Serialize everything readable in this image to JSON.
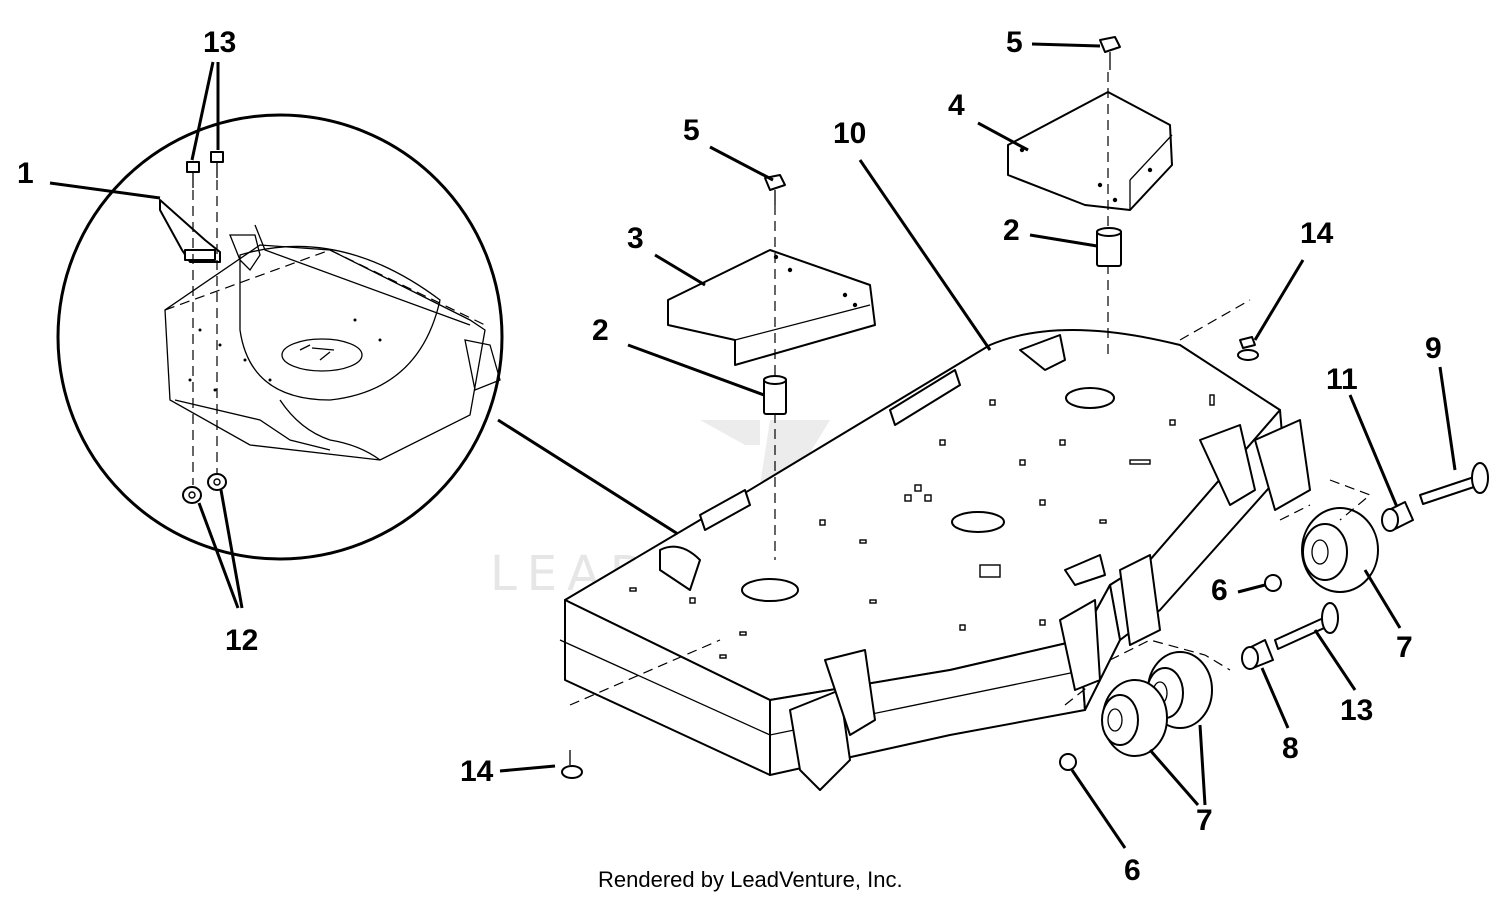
{
  "callouts": {
    "c1": "1",
    "c13_detail": "13",
    "c12": "12",
    "c5_left": "5",
    "c3": "3",
    "c2_left": "2",
    "c10": "10",
    "c5_right": "5",
    "c4": "4",
    "c2_right": "2",
    "c14_right": "14",
    "c9": "9",
    "c11": "11",
    "c6_upper": "6",
    "c7_right": "7",
    "c13_lower": "13",
    "c8": "8",
    "c7_lower": "7",
    "c6_lower": "6",
    "c14_left": "14"
  },
  "watermark": {
    "text": "LEADVENTURE"
  },
  "caption": "Rendered by LeadVenture, Inc."
}
